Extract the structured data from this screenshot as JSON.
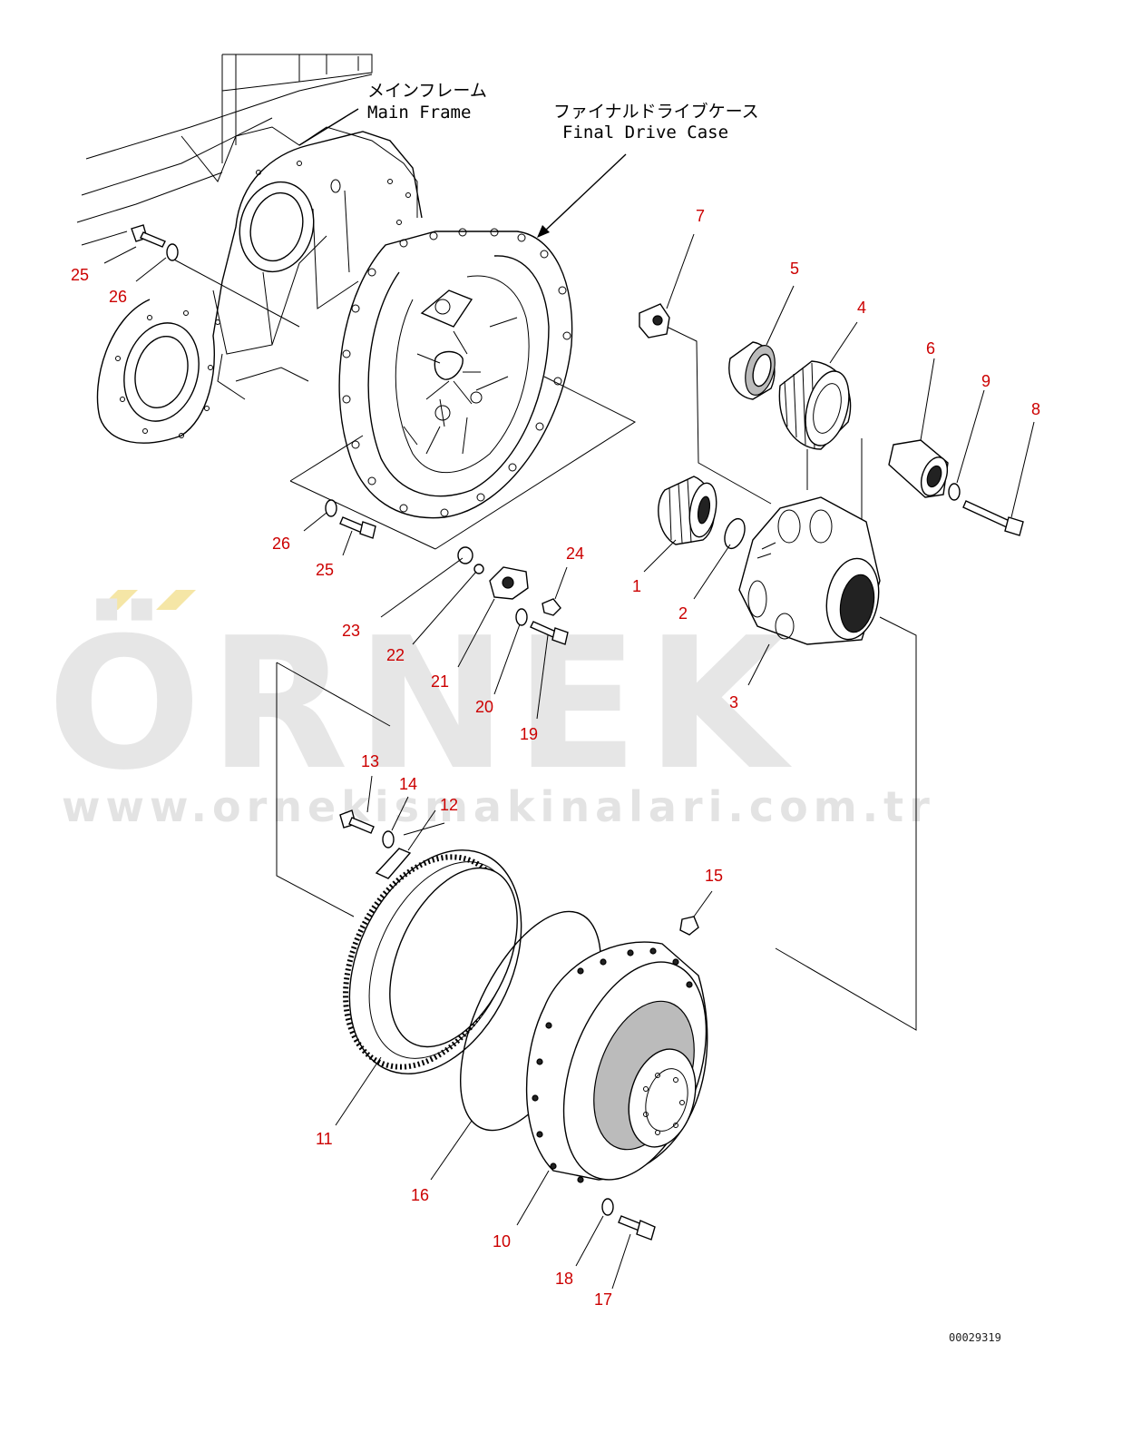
{
  "watermark": {
    "brand": "ÖRNEK",
    "url": "www.ornekismakinalari.com.tr"
  },
  "labels": {
    "main_frame_jp": "メインフレーム",
    "main_frame_en": "Main Frame",
    "final_drive_jp": "ファイナルドライブケース",
    "final_drive_en": "Final Drive Case"
  },
  "drawing_code": "00029319",
  "parts": [
    "1",
    "2",
    "3",
    "4",
    "5",
    "6",
    "7",
    "8",
    "9",
    "10",
    "11",
    "12",
    "13",
    "14",
    "15",
    "16",
    "17",
    "18",
    "19",
    "20",
    "21",
    "22",
    "23",
    "24",
    "25",
    "26",
    "25",
    "26"
  ],
  "colors": {
    "part_number": "#cc0000",
    "watermark": "#e6e6e6",
    "watermark_accent": "#f5e6a6"
  }
}
